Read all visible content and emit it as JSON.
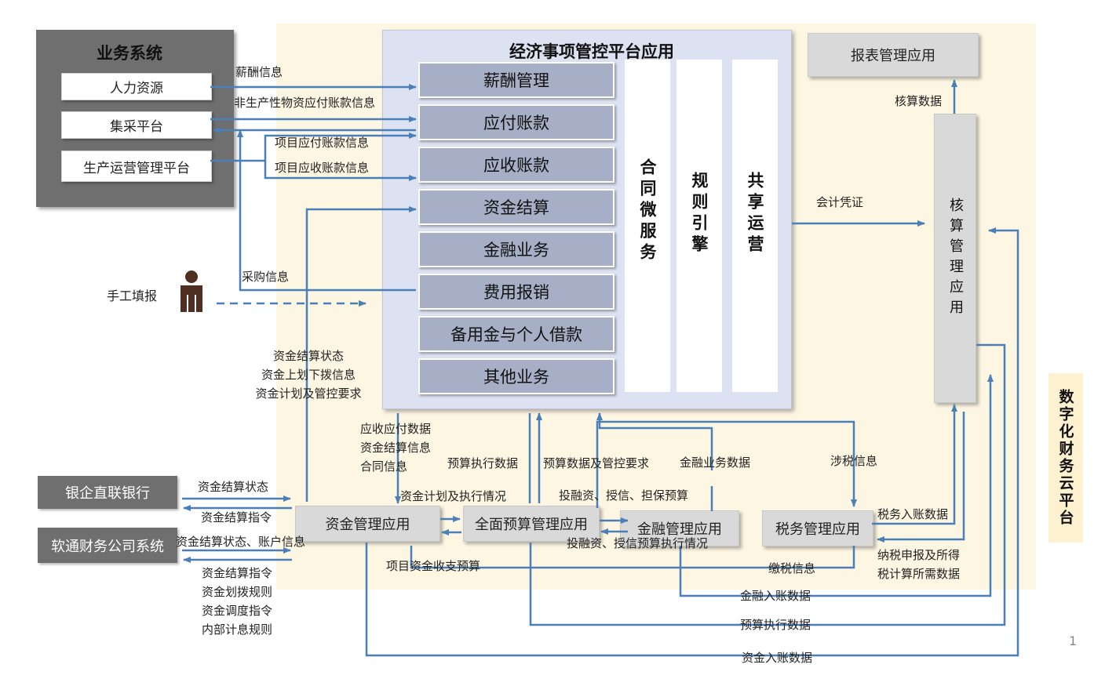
{
  "business_system": {
    "title": "业务系统",
    "items": [
      "人力资源",
      "集采平台",
      "生产运营管理平台"
    ]
  },
  "economic_platform": {
    "title": "经济事项管控平台应用",
    "modules": [
      "薪酬管理",
      "应付账款",
      "应收账款",
      "资金结算",
      "金融业务",
      "费用报销",
      "备用金与个人借款",
      "其他业务"
    ],
    "columns": [
      "合同微服务",
      "规则引擎",
      "共享运营"
    ]
  },
  "report_app": "报表管理应用",
  "accounting_app": "核算管理应用",
  "bottom_apps": {
    "fund": "资金管理应用",
    "budget": "全面预算管理应用",
    "finance": "金融管理应用",
    "tax": "税务管理应用"
  },
  "external": {
    "bank": "银企直联银行",
    "finance_company": "软通财务公司系统"
  },
  "manual": "手工填报",
  "cloud_label": "数字化财务云平台",
  "page_number": "1",
  "labels": {
    "salary_info": "薪酬信息",
    "non_prod_payable": "非生产性物资应付账款信息",
    "proj_payable": "项目应付账款信息",
    "proj_receivable": "项目应收账款信息",
    "purchase_info": "采购信息",
    "accounting_data": "核算数据",
    "accounting_voucher": "会计凭证",
    "fund_lines": [
      "资金结算状态",
      "资金上划下拨信息",
      "资金计划及管控要求"
    ],
    "receivable_lines": [
      "应收应付数据",
      "资金结算信息",
      "合同信息"
    ],
    "budget_exec_data": "预算执行数据",
    "budget_control": "预算数据及管控要求",
    "finance_data": "金融业务数据",
    "tax_info": "涉税信息",
    "fund_plan_exec": "资金计划及执行情况",
    "financing_budget": "投融资、授信、担保预算",
    "financing_exec": "投融资、授信预算执行情况",
    "tax_entry": "税务入账数据",
    "tax_declare_lines": [
      "纳税申报及所得",
      "税计算所需数据"
    ],
    "project_fund_budget": "项目资金收支预算",
    "tax_pay_info": "缴税信息",
    "finance_entry": "金融入账数据",
    "budget_exec_data2": "预算执行数据",
    "fund_entry": "资金入账数据",
    "bank_status": "资金结算状态",
    "bank_cmd": "资金结算指令",
    "fc_status": "资金结算状态、账户信息",
    "fc_lines": [
      "资金结算指令",
      "资金划拨规则",
      "资金调度指令",
      "内部计息规则"
    ]
  },
  "colors": {
    "arrow": "#4a7fb8",
    "platform_bg": "#fdf6e3",
    "module": "#a6afc6"
  }
}
